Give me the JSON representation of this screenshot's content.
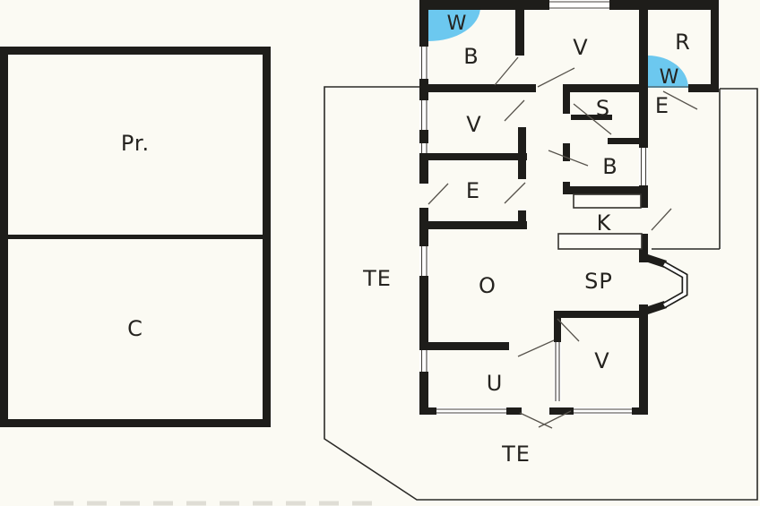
{
  "colors": {
    "wall": "#1e1d1a",
    "floor": "#fbfaf3",
    "wet_area_blue": "#6cc8ef",
    "line": "#2b2a27"
  },
  "left_building": {
    "rooms": {
      "top": "Pr.",
      "bottom": "C"
    }
  },
  "right_building": {
    "rooms": {
      "wet_top_left": "W",
      "bedroom_top_left": "B",
      "room_v_top": "V",
      "room_r": "R",
      "wet_right": "W",
      "room_v_left": "V",
      "room_s": "S",
      "entry_e": "E",
      "room_b_mid": "B",
      "room_e_left": "E",
      "kitchen_k": "K",
      "terrace_left": "TE",
      "living_o": "O",
      "dining_sp": "SP",
      "utility_u": "U",
      "room_v_bottom": "V",
      "terrace_bottom": "TE"
    }
  }
}
